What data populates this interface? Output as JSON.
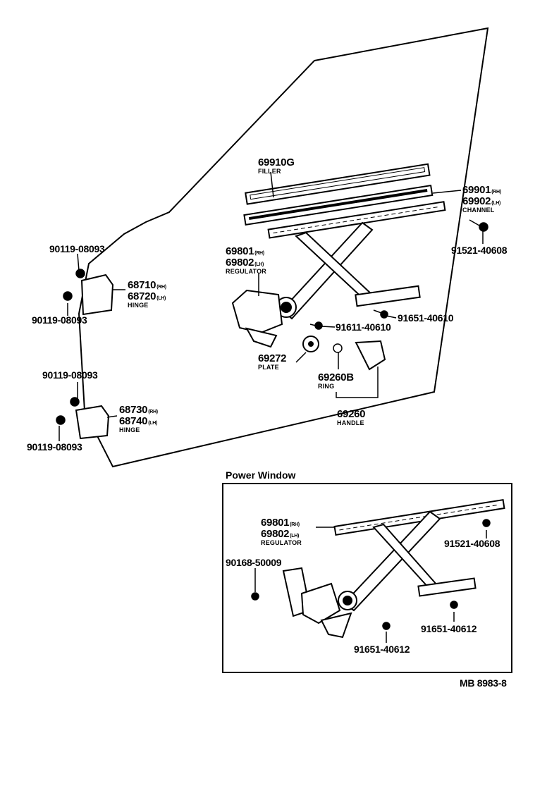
{
  "parts": {
    "filler": {
      "part_no": "69910G",
      "name": "FILLER"
    },
    "channel": {
      "part_no_rh": "69901",
      "part_no_lh": "69902",
      "rh_tag": "(RH)",
      "lh_tag": "(LH)",
      "name": "CHANNEL"
    },
    "bolt_channel": {
      "part_no": "91521-40608"
    },
    "regulator": {
      "part_no_rh": "69801",
      "part_no_lh": "69802",
      "rh_tag": "(RH)",
      "lh_tag": "(LH)",
      "name": "REGULATOR"
    },
    "bolt_regulator": {
      "part_no": "91651-40610"
    },
    "bolt_plate": {
      "part_no": "91611-40610"
    },
    "plate": {
      "part_no": "69272",
      "name": "PLATE"
    },
    "ring": {
      "part_no": "69260B",
      "name": "RING"
    },
    "handle": {
      "part_no": "69260",
      "name": "HANDLE"
    },
    "upper_hinge": {
      "part_no_rh": "68710",
      "part_no_lh": "68720",
      "rh_tag": "(RH)",
      "lh_tag": "(LH)",
      "name": "HINGE"
    },
    "lower_hinge": {
      "part_no_rh": "68730",
      "part_no_lh": "68740",
      "rh_tag": "(RH)",
      "lh_tag": "(LH)",
      "name": "HINGE"
    },
    "hinge_bolt_1": {
      "part_no": "90119-08093"
    },
    "hinge_bolt_2": {
      "part_no": "90119-08093"
    },
    "hinge_bolt_3": {
      "part_no": "90119-08093"
    },
    "hinge_bolt_4": {
      "part_no": "90119-08093"
    }
  },
  "power_window": {
    "title": "Power Window",
    "regulator": {
      "part_no_rh": "69801",
      "part_no_lh": "69802",
      "rh_tag": "(RH)",
      "lh_tag": "(LH)",
      "name": "REGULATOR"
    },
    "motor_screw": {
      "part_no": "90168-50009"
    },
    "bolt_channel": {
      "part_no": "91521-40608"
    },
    "bolt_arm": {
      "part_no": "91651-40612"
    },
    "bolt_base": {
      "part_no": "91651-40612"
    }
  },
  "figure_code": "MB 8983-8"
}
